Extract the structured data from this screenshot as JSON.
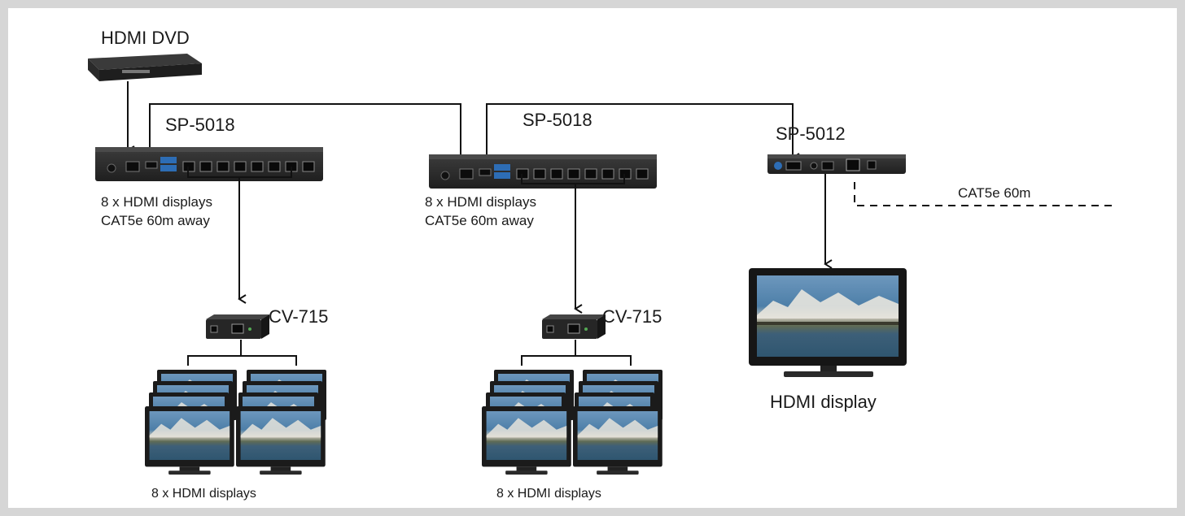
{
  "source": {
    "name": "HDMI DVD"
  },
  "splitters": [
    {
      "model": "SP-5018",
      "caption_line1": "8 x HDMI displays",
      "caption_line2": "CAT5e 60m away"
    },
    {
      "model": "SP-5018",
      "caption_line1": "8 x HDMI displays",
      "caption_line2": "CAT5e 60m away"
    },
    {
      "model": "SP-5012"
    }
  ],
  "receivers": [
    {
      "model": "CV-715",
      "displays_label": "8 x HDMI displays"
    },
    {
      "model": "CV-715",
      "displays_label": "8 x HDMI displays"
    }
  ],
  "single_display": {
    "label": "HDMI display"
  },
  "link": {
    "label": "CAT5e  60m"
  },
  "colors": {
    "frame": "#d6d6d6",
    "device": "#2b2b2b",
    "wire": "#111111",
    "screen_sky": "#4d7fa8",
    "screen_water": "#2f5670"
  }
}
